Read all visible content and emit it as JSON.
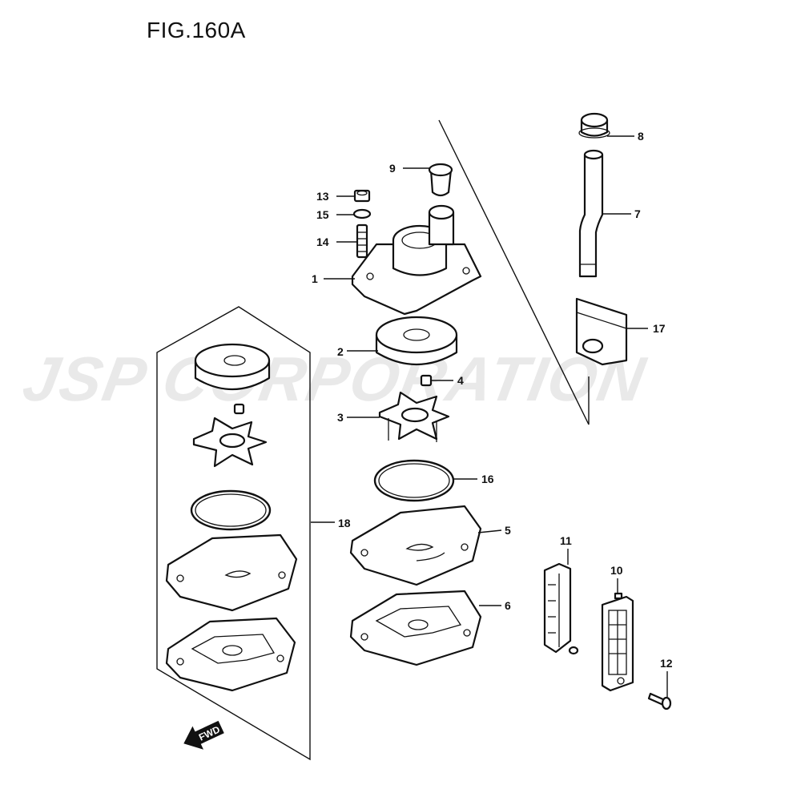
{
  "title": "FIG.160A",
  "watermark": "JSP CORPORATION",
  "direction_marker": "FWD",
  "callouts": [
    {
      "id": "p1",
      "label": "1"
    },
    {
      "id": "p2",
      "label": "2"
    },
    {
      "id": "p3",
      "label": "3"
    },
    {
      "id": "p4",
      "label": "4"
    },
    {
      "id": "p5",
      "label": "5"
    },
    {
      "id": "p6",
      "label": "6"
    },
    {
      "id": "p7",
      "label": "7"
    },
    {
      "id": "p8",
      "label": "8"
    },
    {
      "id": "p9",
      "label": "9"
    },
    {
      "id": "p10",
      "label": "10"
    },
    {
      "id": "p11",
      "label": "11"
    },
    {
      "id": "p12",
      "label": "12"
    },
    {
      "id": "p13",
      "label": "13"
    },
    {
      "id": "p14",
      "label": "14"
    },
    {
      "id": "p15",
      "label": "15"
    },
    {
      "id": "p16",
      "label": "16"
    },
    {
      "id": "p17",
      "label": "17"
    },
    {
      "id": "p18",
      "label": "18"
    }
  ]
}
